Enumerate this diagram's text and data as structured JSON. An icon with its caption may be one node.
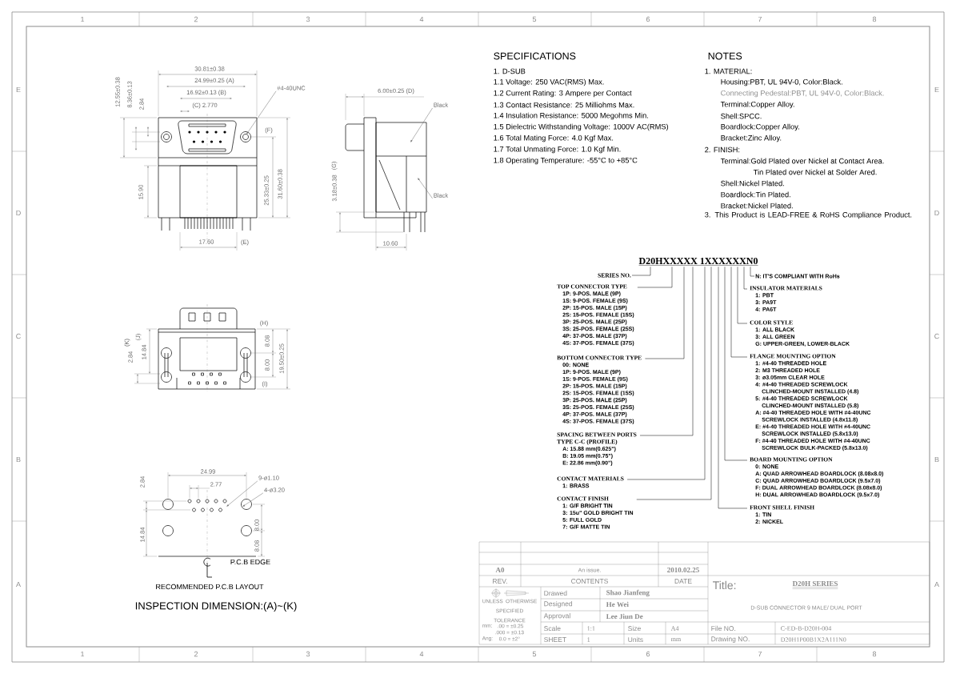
{
  "diagram": {
    "nodes": [
      {
        "text": [
          "D20HXXXXX 1XXXXXXN0"
        ]
      },
      {
        "text": [
          "SERIES NO."
        ]
      },
      {
        "text": [
          "TOP CONNECTOR TYPE",
          "1P: 9-POS. MALE (9P)",
          "1S: 9-POS. FEMALE (9S)",
          "2P: 15-POS. MALE (15P)",
          "2S: 15-POS. FEMALE (15S)",
          "3P: 25-POS. MALE (25P)",
          "3S: 25-POS. FEMALE (25S)",
          "4P: 37-POS. MALE (37P)",
          "4S: 37-POS. FEMALE (37S)"
        ]
      },
      {
        "text": [
          "BOTTOM CONNECTOR TYPE",
          "00: NONE",
          "1P: 9-POS. MALE (9P)",
          "1S: 9-POS. FEMALE (9S)",
          "2P: 15-POS. MALE (15P)",
          "2S: 15-POS. FEMALE (15S)",
          "3P: 25-POS. MALE (25P)",
          "3S: 25-POS. FEMALE (25S)",
          "4P: 37-POS. MALE (37P)",
          "4S: 37-POS. FEMALE (37S)"
        ]
      },
      {
        "text": [
          "SPACING BETWEEN PORTS",
          "TYPE C-C (PROFILE)",
          "A: 15.88 mm(0.625\")",
          "B: 19.05 mm(0.75\")",
          "E: 22.86 mm(0.90\")"
        ]
      },
      {
        "text": [
          "CONTACT MATERIALS",
          "1: BRASS"
        ]
      },
      {
        "text": [
          "CONTACT FINISH",
          "1: G/F BRIGHT TIN",
          "3: 15u\" GOLD BRIGHT TIN",
          "5: FULL GOLD",
          "7: G/F MATTE TIN"
        ]
      },
      {
        "text": [
          "N: IT'S COMPLIANT WITH RoHs"
        ]
      },
      {
        "text": [
          "INSULATOR MATERIALS",
          "1: PBT",
          "3: PA9T",
          "4: PA6T"
        ]
      },
      {
        "text": [
          "COLOR STYLE",
          "1: ALL BLACK",
          "3: ALL GREEN",
          "G: UPPER-GREEN, LOWER-BLACK"
        ]
      },
      {
        "text": [
          "FLANGE MOUNTING OPTION",
          "1: #4-40 THREADED HOLE",
          "2: M3 THREADED HOLE",
          "3: ø3.05mm CLEAR HOLE",
          "4: #4-40 THREADED SCREWLOCK CLINCHED-MOUNT INSTALLED (4.8)",
          "5: #4-40 THREADED SCREWLOCK CLINCHED-MOUNT INSTALLED (5.8)",
          "A: #4-40 THREADED HOLE WITH #4-40UNC SCREWLOCK INSTALLED (4.8x11.8)",
          "E: #4-40 THREADED HOLE WITH #4-40UNC SCREWLOCK INSTALLED (5.8x13.0)",
          "F: #4-40 THREADED HOLE WITH #4-40UNC SCREWLOCK BULK-PACKED (5.8x13.0)"
        ]
      },
      {
        "text": [
          "BOARD MOUNTING OPTION",
          "0: NONE",
          "A: QUAD ARROWHEAD BOARDLOCK (8.08x8.0)",
          "C: QUAD ARROWHEAD BOARDLOCK (9.5x7.0)",
          "F: DUAL ARROWHEAD BOARDLOCK (8.08x8.0)",
          "H: DUAL ARROWHEAD BOARDLOCK (9.5x7.0)"
        ]
      },
      {
        "text": [
          "FRONT SHELL FINISH",
          "1: TIN",
          "2: NICKEL"
        ]
      },
      {
        "text": [
          "#4-40UNC"
        ]
      },
      {
        "text": [
          "Black"
        ]
      },
      {
        "text": [
          "Black"
        ]
      },
      {
        "text": [
          "9-ø1.10"
        ]
      },
      {
        "text": [
          "4-ø3.20"
        ]
      }
    ],
    "edges": [
      {
        "from": 0,
        "to": 1,
        "arrow": "none"
      },
      {
        "from": 0,
        "to": 2,
        "arrow": "none"
      },
      {
        "from": 0,
        "to": 3,
        "arrow": "none"
      },
      {
        "from": 0,
        "to": 4,
        "arrow": "none"
      },
      {
        "from": 0,
        "to": 5,
        "arrow": "none"
      },
      {
        "from": 0,
        "to": 6,
        "arrow": "none"
      },
      {
        "from": 0,
        "to": 7,
        "arrow": "none"
      },
      {
        "from": 0,
        "to": 8,
        "arrow": "none"
      },
      {
        "from": 0,
        "to": 9,
        "arrow": "none"
      },
      {
        "from": 0,
        "to": 10,
        "arrow": "none"
      },
      {
        "from": 0,
        "to": 11,
        "arrow": "none"
      },
      {
        "from": 0,
        "to": 12,
        "arrow": "none"
      },
      {
        "from": 13,
        "to": null,
        "arrow": "to",
        "color": "#6a6a6a"
      },
      {
        "from": 14,
        "to": null,
        "arrow": "to",
        "color": "#6a6a6a"
      },
      {
        "from": 15,
        "to": null,
        "arrow": "to",
        "color": "#6a6a6a"
      },
      {
        "from": 16,
        "to": null,
        "arrow": "to",
        "color": "#6a6a6a"
      },
      {
        "from": 17,
        "to": null,
        "arrow": "to",
        "color": "#6a6a6a"
      }
    ],
    "labels": [
      "1",
      "2",
      "3",
      "4",
      "5",
      "6",
      "7",
      "8",
      "1",
      "2",
      "3",
      "4",
      "5",
      "6",
      "7",
      "8",
      "E",
      "D",
      "C",
      "B",
      "A",
      "E",
      "D",
      "C",
      "B",
      "A",
      "30.81±0.38",
      "24.99±0.25 (A)",
      "16.92±0.13 (B)",
      "(C) 2.770",
      "12.55±0.38",
      "8.36±0.13",
      "2.84",
      "(F)",
      "15.90",
      "25.33±0.25",
      "31.60±0.38",
      "17.60",
      "(E)",
      "6.00±0.25 (D)",
      "(G)",
      "3.18±0.38",
      "10.60",
      "(K)",
      "(J)",
      "2.84",
      "14.84",
      "(H)",
      "8.08",
      "8.00",
      "19.50±0.25",
      "(I)",
      "24.99",
      "2.77",
      "2.84",
      "14.84",
      "8.00",
      "8.08",
      "P.C.B EDGE",
      "RECOMMENDED P.C.B LAYOUT",
      "INSPECTION DIMENSION:(A)~(K)",
      "SPECIFICATIONS",
      "1. D-SUB",
      "1.1 Voltage: 250 VAC(RMS) Max.",
      "1.2 Current Rating: 3 Ampere per Contact",
      "1.3 Contact Resistance: 25 Milliohms Max.",
      "1.4 Insulation Resistance: 5000 Megohms Min.",
      "1.5 Dielectric Withstanding Voltage: 1000V AC(RMS)",
      "1.6 Total Mating Force: 4.0 Kgf Max.",
      "1.7 Total Unmating Force: 1.0 Kgf Min.",
      "1.8 Operating Temperature: -55°C to +85°C",
      "NOTES",
      "1. MATERIAL:",
      "Housing:PBT, UL 94V-0, Color:Black.",
      "Connecting Pedestal:PBT, UL 94V-0, Color:Black.",
      "Terminal:Copper Alloy.",
      "Shell:SPCC.",
      "Boardlock:Copper Alloy.",
      "Bracket:Zinc Alloy.",
      "2. FINISH:",
      "Terminal:Gold Plated over Nickel at Contact Area.",
      "Tin Plated over Nickel at Solder Ared.",
      "Shell:Nickel Plated.",
      "Boardlock:Tin Plated.",
      "Bracket:Nickel Plated.",
      "3. This Product is LEAD-FREE & RoHS Compliance Product.",
      "A0",
      "An issue.",
      "2010.02.25",
      "REV.",
      "CONTENTS",
      "DATE",
      "Drawed",
      "Shao Jianfeng",
      "Designed",
      "He Wei",
      "Approval",
      "Lee Jiun De",
      "UNLESS OTHERWISE SPECIFIED TOLERANCE",
      "mm:",
      ".00 = ±0.25",
      ".000 = ±0.13",
      "Ang:",
      "0.0 = ±2°",
      "Scale",
      "1:1",
      "Size",
      "A4",
      "SHEET",
      "1",
      "Units",
      "mm",
      "Title:",
      "D20H SERIES",
      "D-SUB CONNECTOR 9 MALE/ DUAL PORT",
      "File NO.",
      "C-ED-B-D20H-004",
      "Drawing NO.",
      "D20H1P00B1X2A111N0"
    ]
  }
}
